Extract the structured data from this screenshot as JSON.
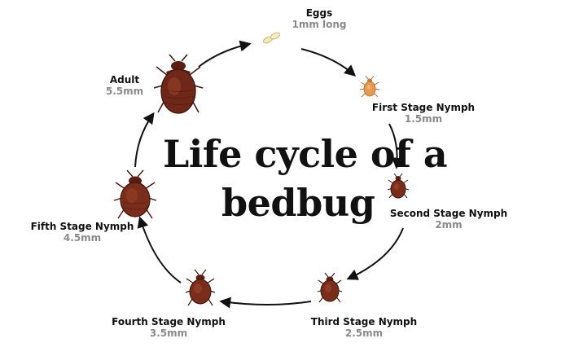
{
  "title_lines": [
    "Life cycle of a",
    "bedbug"
  ],
  "stages": [
    {
      "name": "Eggs",
      "size": "1mm long"
    },
    {
      "name": "First Stage Nymph",
      "size": "1.5mm"
    },
    {
      "name": "Second Stage Nymph",
      "size": "2mm"
    },
    {
      "name": "Third Stage Nymph",
      "size": "2.5mm"
    },
    {
      "name": "Fourth Stage Nymph",
      "size": "3.5mm"
    },
    {
      "name": "Fifth Stage Nymph",
      "size": "4.5mm"
    },
    {
      "name": "Adult",
      "size": "5.5mm"
    }
  ],
  "colors": {
    "egg_fill": "#f3e7b4",
    "first_nymph_fill": "#e39a4d",
    "bug_dark": "#5a1f12",
    "bug_mid": "#7a2d1b",
    "bug_light": "#a14a30",
    "arrow": "#111111",
    "size_text": "#8a8a8a"
  }
}
